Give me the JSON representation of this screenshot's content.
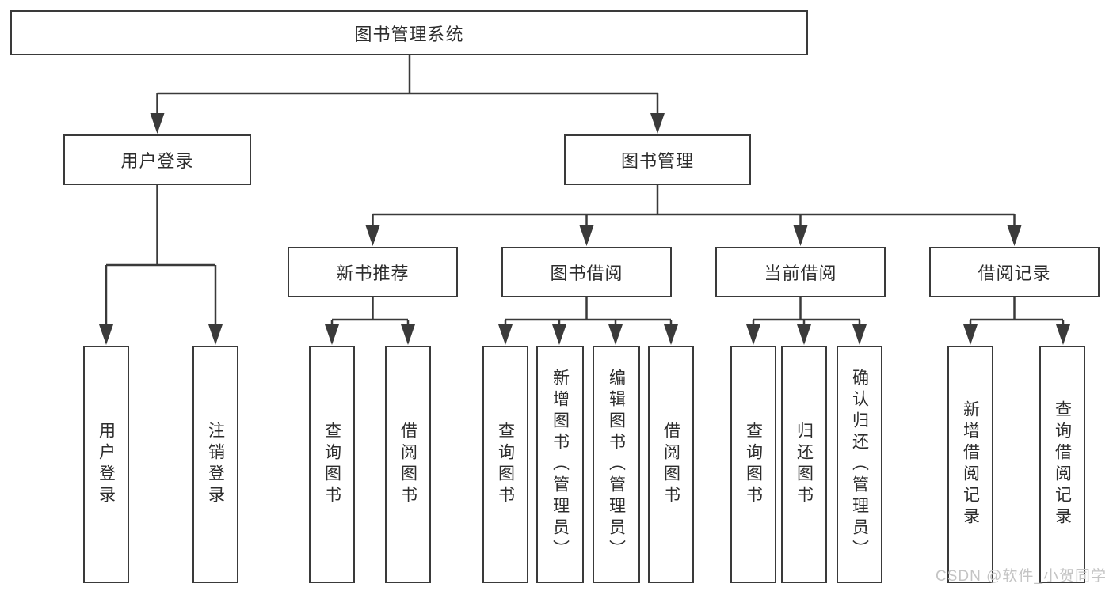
{
  "diagram": {
    "colors": {
      "background": "#ffffff",
      "line": "#3a3a3a",
      "text": "#2d2d2d",
      "watermark": "#c4c4c4"
    },
    "watermark": {
      "text": "CSDN @软件_小贺同学"
    },
    "tree": {
      "root": {
        "label": "图书管理系统"
      },
      "branches": [
        {
          "label": "用户登录",
          "children": [
            {
              "label": "用户登录"
            },
            {
              "label": "注销登录"
            }
          ]
        },
        {
          "label": "图书管理",
          "children": [
            {
              "label": "新书推荐",
              "children": [
                {
                  "label": "查询图书"
                },
                {
                  "label": "借阅图书"
                }
              ]
            },
            {
              "label": "图书借阅",
              "children": [
                {
                  "label": "查询图书"
                },
                {
                  "label": "新增图书（管理员）"
                },
                {
                  "label": "编辑图书（管理员）"
                },
                {
                  "label": "借阅图书"
                }
              ]
            },
            {
              "label": "当前借阅",
              "children": [
                {
                  "label": "查询图书"
                },
                {
                  "label": "归还图书"
                },
                {
                  "label": "确认归还（管理员）"
                }
              ]
            },
            {
              "label": "借阅记录",
              "children": [
                {
                  "label": "新增借阅记录"
                },
                {
                  "label": "查询借阅记录"
                }
              ]
            }
          ]
        }
      ]
    }
  }
}
